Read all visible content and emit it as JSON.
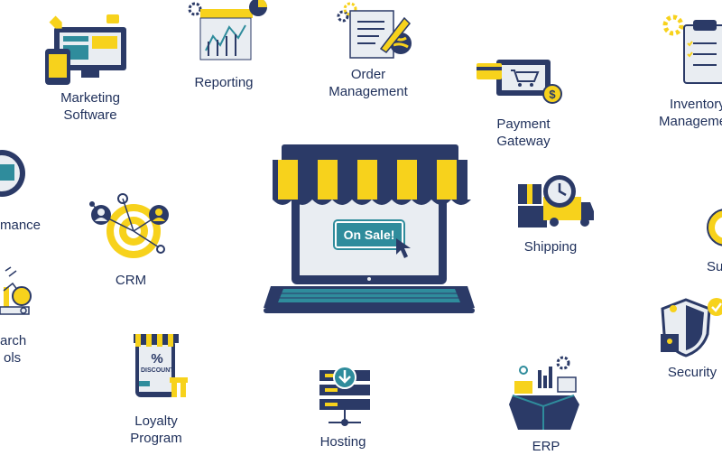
{
  "colors": {
    "navy": "#2b3a67",
    "yellow": "#f7d21c",
    "teal": "#2f8c9c",
    "light": "#e9edf2",
    "label": "#1e2f5a"
  },
  "center": {
    "button_label": "On Sale!"
  },
  "labels": {
    "marketing_line1": "Marketing",
    "marketing_line2": "Software",
    "reporting": "Reporting",
    "order_line1": "Order",
    "order_line2": "Management",
    "payment_line1": "Payment",
    "payment_line2": "Gateway",
    "inventory_line1": "Inventory",
    "inventory_line2": "Management",
    "performance": "mance",
    "crm": "CRM",
    "search_line1": "arch",
    "search_line2": "ols",
    "shipping": "Shipping",
    "support": "Su",
    "loyalty_line1": "Loyalty",
    "loyalty_line2": "Program",
    "discount_percent": "%",
    "discount_text": "DISCOUNT",
    "hosting": "Hosting",
    "erp": "ERP",
    "security": "Security"
  }
}
